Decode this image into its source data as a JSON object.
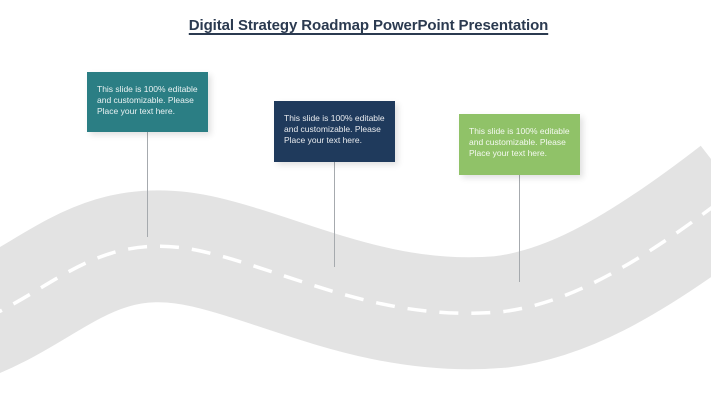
{
  "title": {
    "text": "Digital Strategy Roadmap PowerPoint Presentation",
    "color": "#2b3a50"
  },
  "callouts": [
    {
      "name": "teal-callout",
      "color": "#2b7e84",
      "lines": [
        "This slide is 100% editable",
        "and customizable. Please",
        "Place your text here."
      ]
    },
    {
      "name": "navy-callout",
      "color": "#1f3a5c",
      "lines": [
        "This slide is 100% editable",
        "and customizable. Please",
        "Place your text here."
      ]
    },
    {
      "name": "green-callout",
      "color": "#90c268",
      "lines": [
        "This slide is 100% editable",
        "and customizable. Please",
        "Place your text here."
      ]
    }
  ],
  "road": {
    "surface_color": "#e3e3e3",
    "lane_marking_color": "#ffffff"
  },
  "connector_color": "#a6aaae",
  "background_color": "#ffffff"
}
